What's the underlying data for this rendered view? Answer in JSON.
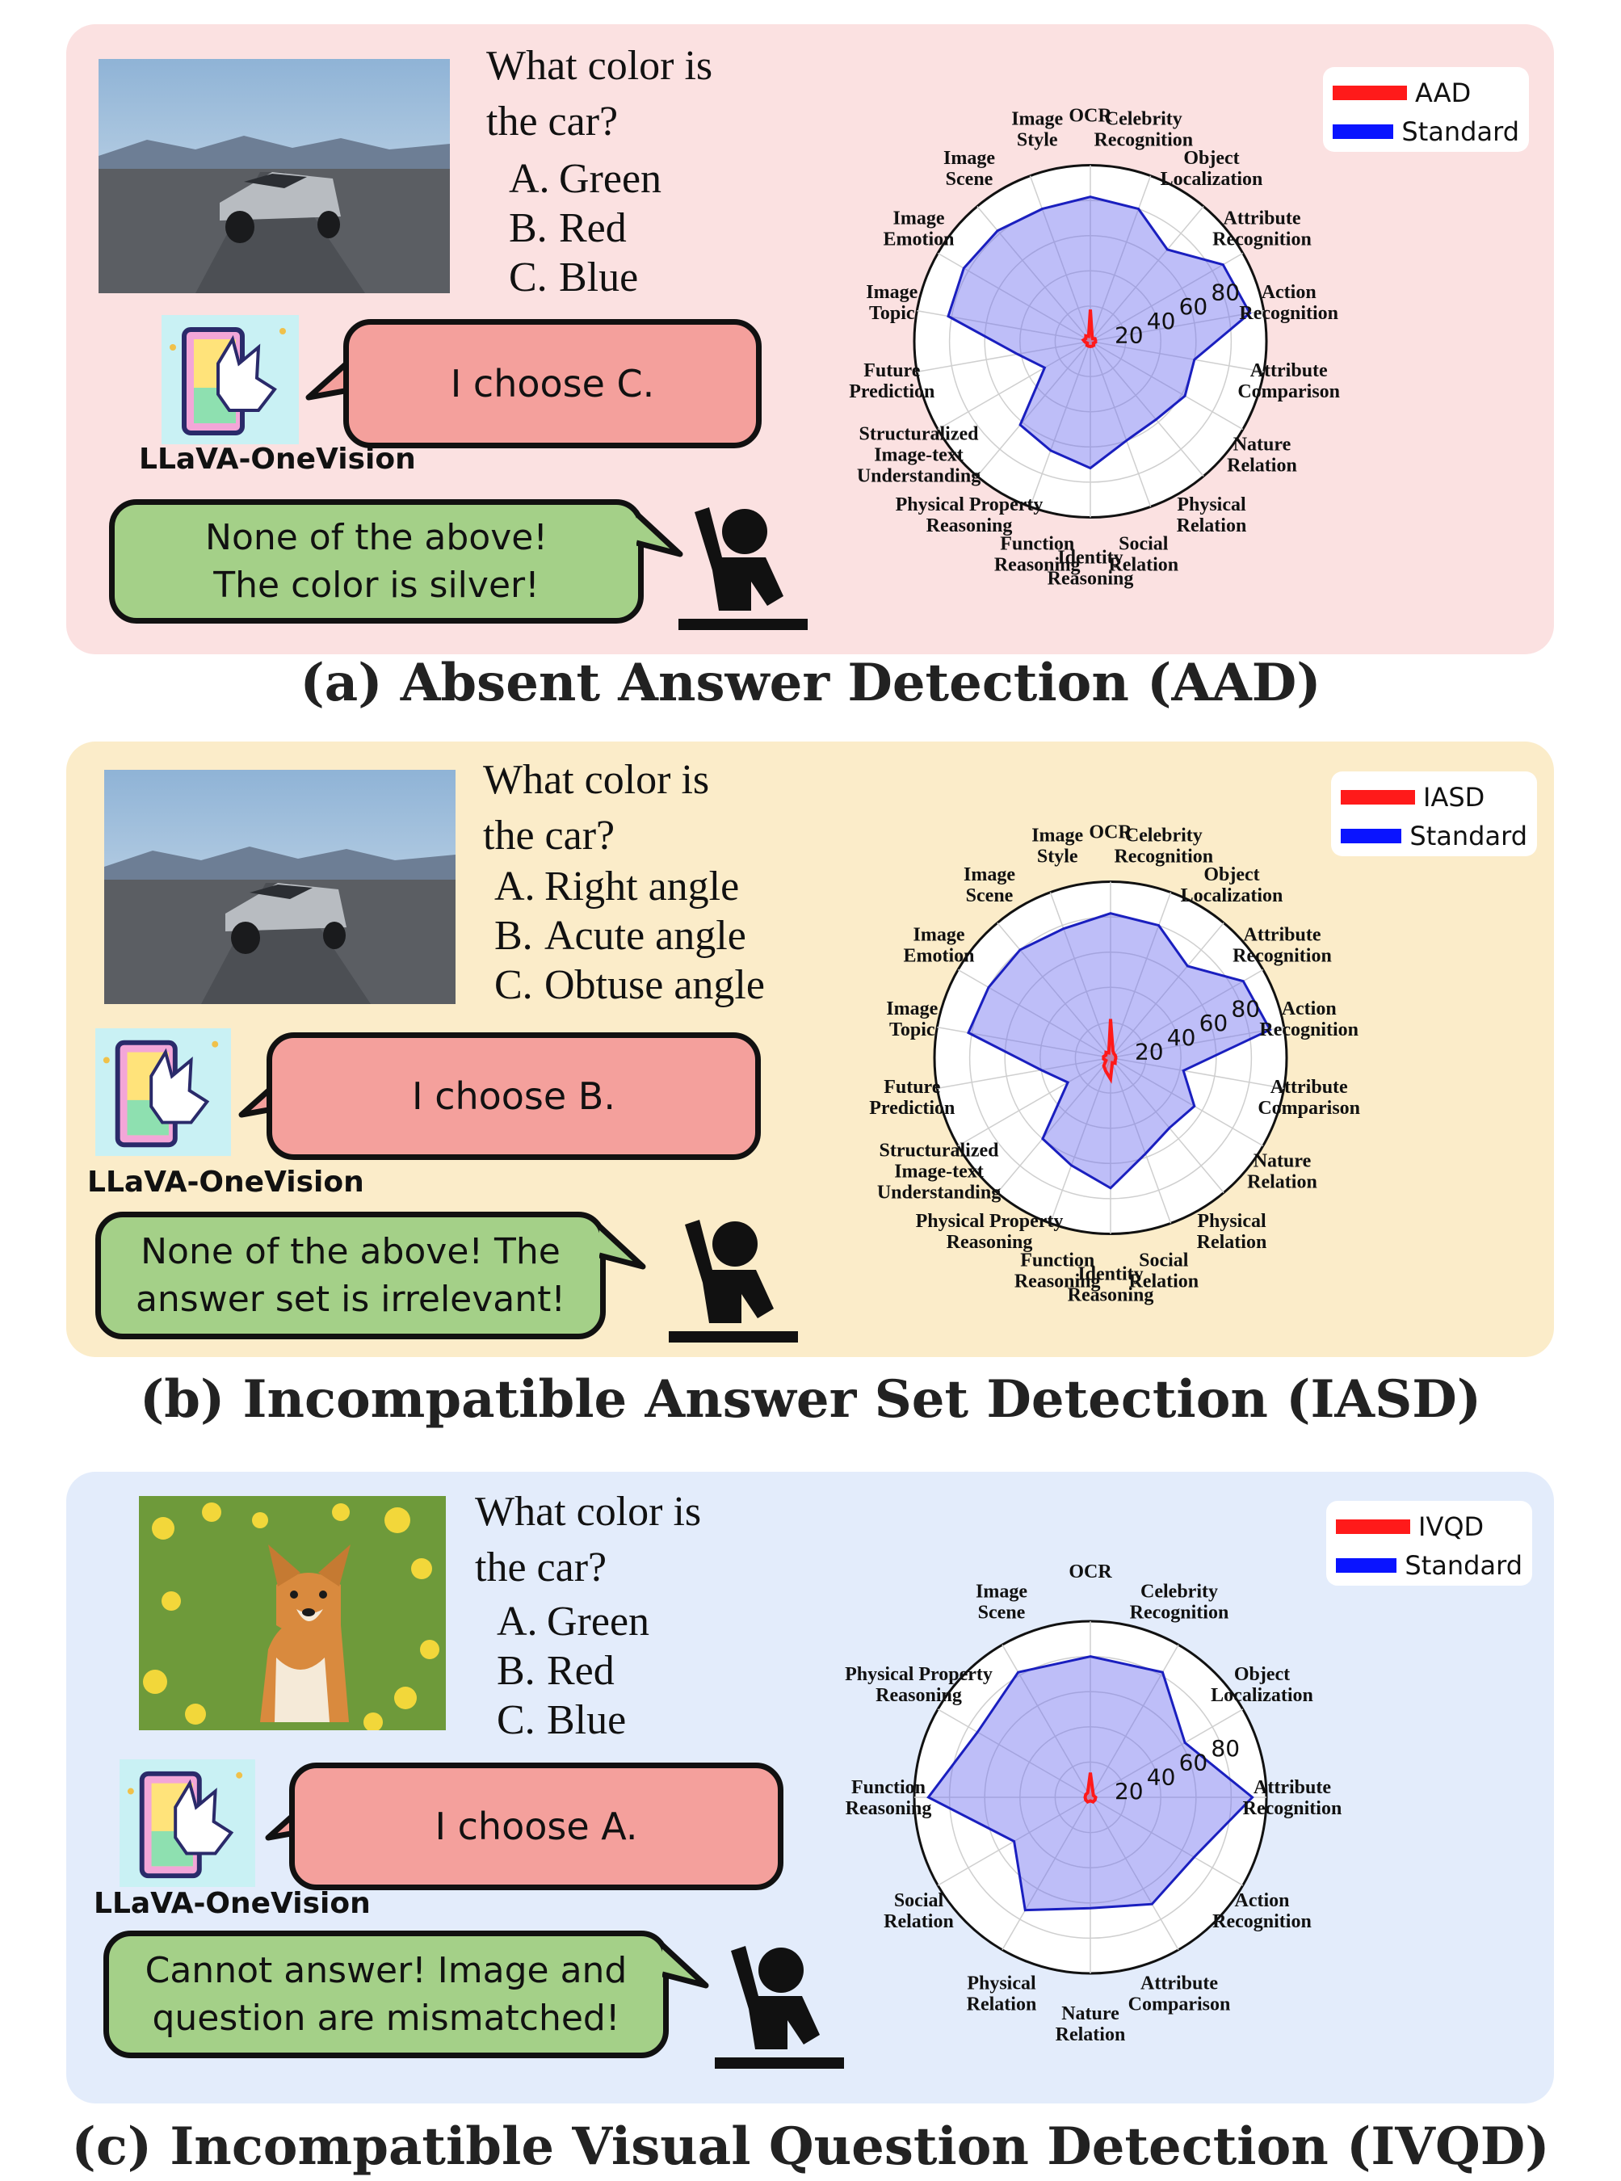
{
  "sections": [
    {
      "key": "a",
      "caption": "(a) Absent Answer Detection (AAD)",
      "question": [
        "What color is",
        "the car?"
      ],
      "options": [
        {
          "k": "A.",
          "v": "Green"
        },
        {
          "k": "B.",
          "v": "Red"
        },
        {
          "k": "C.",
          "v": "Blue"
        }
      ],
      "model_name": "LLaVA-OneVision",
      "model_answer": "I choose C.",
      "human_answer": [
        "None of the above!",
        "The color is silver!"
      ],
      "photo": "car-photo",
      "legend": [
        {
          "label": "AAD",
          "color": "#ff1a1a"
        },
        {
          "label": "Standard",
          "color": "#0a14ff"
        }
      ]
    },
    {
      "key": "b",
      "caption": "(b) Incompatible Answer Set Detection (IASD)",
      "question": [
        "What color is",
        "the car?"
      ],
      "options": [
        {
          "k": "A.",
          "v": "Right angle"
        },
        {
          "k": "B.",
          "v": "Acute angle"
        },
        {
          "k": "C.",
          "v": "Obtuse angle"
        }
      ],
      "model_name": "LLaVA-OneVision",
      "model_answer": "I choose  B.",
      "human_answer": [
        "None of the above! The",
        "answer set is irrelevant!"
      ],
      "photo": "car-photo",
      "legend": [
        {
          "label": "IASD",
          "color": "#ff1a1a"
        },
        {
          "label": "Standard",
          "color": "#0a14ff"
        }
      ]
    },
    {
      "key": "c",
      "caption": "(c) Incompatible Visual Question Detection (IVQD)",
      "question": [
        "What color is",
        "the car?"
      ],
      "options": [
        {
          "k": "A.",
          "v": "Green"
        },
        {
          "k": "B.",
          "v": "Red"
        },
        {
          "k": "C.",
          "v": "Blue"
        }
      ],
      "model_name": "LLaVA-OneVision",
      "model_answer": "I choose A.",
      "human_answer": [
        "Cannot answer! Image and",
        "question are mismatched!"
      ],
      "photo": "dog-photo",
      "legend": [
        {
          "label": "IVQD",
          "color": "#ff1a1a"
        },
        {
          "label": "Standard",
          "color": "#0a14ff"
        }
      ]
    }
  ],
  "chart_data": [
    {
      "type": "radar",
      "panel": "a",
      "categories": [
        "OCR",
        "Celebrity Recognition",
        "Object Localization",
        "Attribute Recognition",
        "Action Recognition",
        "Attribute Comparison",
        "Nature Relation",
        "Physical Relation",
        "Social Relation",
        "Identity Reasoning",
        "Function Reasoning",
        "Physical Property Reasoning",
        "Structuralized Image-text Understanding",
        "Future Prediction",
        "Image Topic",
        "Image Emotion",
        "Image Scene",
        "Image Style"
      ],
      "ticks": [
        20,
        40,
        60,
        80
      ],
      "rlim": [
        0,
        100
      ],
      "series": [
        {
          "name": "Standard",
          "values": [
            82,
            80,
            68,
            87,
            92,
            60,
            62,
            58,
            60,
            72,
            66,
            62,
            30,
            42,
            82,
            83,
            82,
            80
          ]
        },
        {
          "name": "AAD",
          "values": [
            18,
            3,
            2,
            3,
            3,
            3,
            2,
            3,
            3,
            3,
            3,
            3,
            2,
            3,
            4,
            3,
            4,
            3
          ]
        }
      ]
    },
    {
      "type": "radar",
      "panel": "b",
      "categories": [
        "OCR",
        "Celebrity Recognition",
        "Object Localization",
        "Attribute Recognition",
        "Action Recognition",
        "Attribute Comparison",
        "Nature Relation",
        "Physical Relation",
        "Social Relation",
        "Identity Reasoning",
        "Function Reasoning",
        "Physical Property Reasoning",
        "Structuralized Image-text Understanding",
        "Future Prediction",
        "Image Topic",
        "Image Emotion",
        "Image Scene",
        "Image Style"
      ],
      "ticks": [
        20,
        40,
        60,
        80
      ],
      "rlim": [
        0,
        100
      ],
      "series": [
        {
          "name": "Standard",
          "values": [
            82,
            80,
            68,
            87,
            92,
            42,
            55,
            52,
            58,
            74,
            65,
            60,
            28,
            40,
            82,
            80,
            80,
            78
          ]
        },
        {
          "name": "IASD",
          "values": [
            22,
            4,
            3,
            3,
            3,
            3,
            3,
            4,
            3,
            12,
            8,
            6,
            3,
            4,
            4,
            3,
            4,
            3
          ]
        }
      ]
    },
    {
      "type": "radar",
      "panel": "c",
      "categories": [
        "OCR",
        "Celebrity Recognition",
        "Object Localization",
        "Attribute Recognition",
        "Action Recognition",
        "Attribute Comparison",
        "Nature Relation",
        "Physical Relation",
        "Social Relation",
        "Function Reasoning",
        "Physical Property Reasoning",
        "Image Scene"
      ],
      "ticks": [
        20,
        40,
        60,
        80
      ],
      "rlim": [
        0,
        100
      ],
      "series": [
        {
          "name": "Standard",
          "values": [
            80,
            82,
            62,
            92,
            68,
            70,
            63,
            74,
            50,
            92,
            74,
            82
          ]
        },
        {
          "name": "IVQD",
          "values": [
            14,
            3,
            2,
            3,
            3,
            3,
            2,
            3,
            3,
            3,
            3,
            3
          ]
        }
      ]
    }
  ]
}
